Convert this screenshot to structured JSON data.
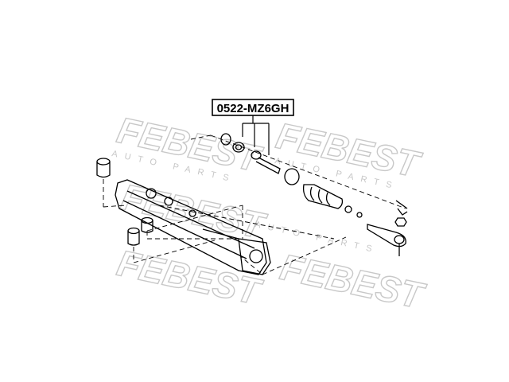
{
  "part_number": "0522-MZ6GH",
  "watermark": {
    "brand": "FEBEST",
    "tagline": "AUTO PARTS"
  },
  "colors": {
    "ink": "#000000",
    "watermark": "#c8c8c8",
    "background": "#ffffff"
  }
}
